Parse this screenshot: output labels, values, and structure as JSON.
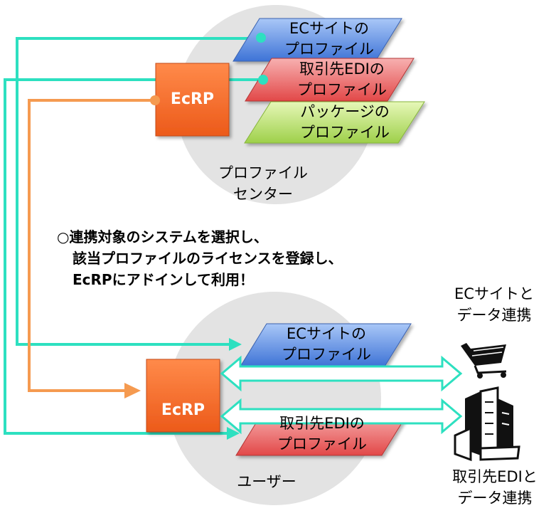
{
  "profile_center": {
    "label_line1": "プロファイル",
    "label_line2": "センター",
    "ecrp_label": "EcRP",
    "cards": [
      {
        "line1": "ECサイトの",
        "line2": "プロファイル",
        "color": "#5b8ee6"
      },
      {
        "line1": "取引先EDIの",
        "line2": "プロファイル",
        "color": "#ee6b6b"
      },
      {
        "line1": "パッケージの",
        "line2": "プロファイル",
        "color": "#b7df6a"
      }
    ]
  },
  "note": {
    "line1": "○連携対象のシステムを選択し、",
    "line2": "該当プロファイルのライセンスを登録し、",
    "line3": "EcRPにアドインして利用！"
  },
  "user": {
    "label": "ユーザー",
    "ecrp_label": "EcRP",
    "cards": [
      {
        "line1": "ECサイトの",
        "line2": "プロファイル",
        "color": "#5b8ee6"
      },
      {
        "line1": "取引先EDIの",
        "line2": "プロファイル",
        "color": "#ee6b6b"
      }
    ]
  },
  "targets": {
    "ec_line1": "ECサイトと",
    "ec_line2": "データ連携",
    "edi_line1": "取引先EDIと",
    "edi_line2": "データ連携"
  },
  "colors": {
    "accent_teal": "#2de0c0",
    "accent_orange": "#f59a50",
    "ecrp_box": "#f26b2a",
    "circle": "#e3e3e3"
  }
}
